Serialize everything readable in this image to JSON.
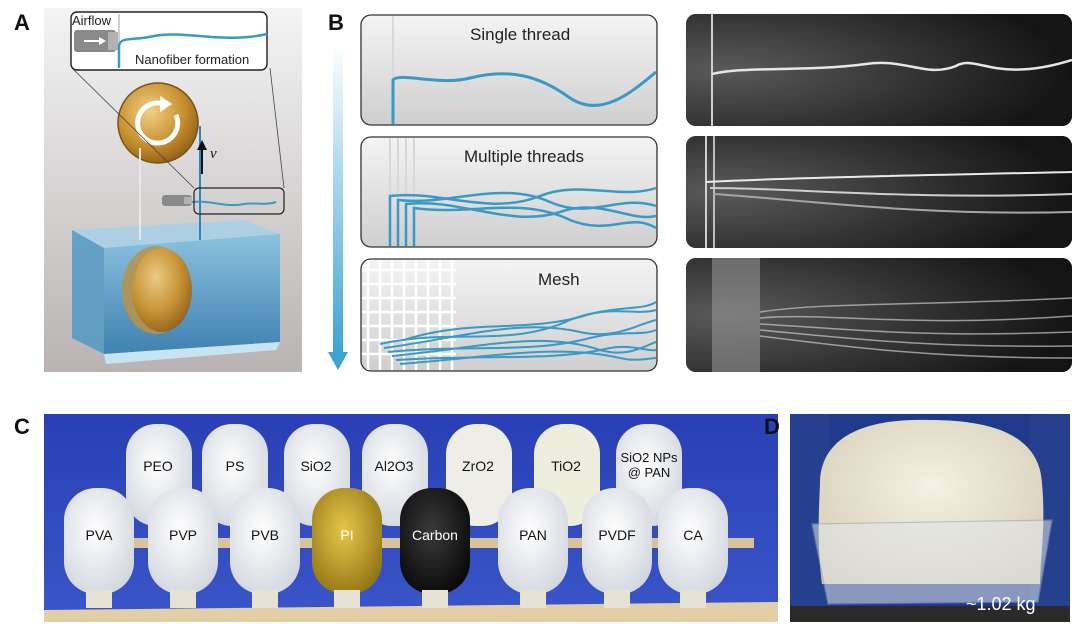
{
  "panels": {
    "A": {
      "letter": "A",
      "airflow_label": "Airflow",
      "formation_label": "Nanofiber formation",
      "velocity_label": "v"
    },
    "B": {
      "letter": "B",
      "rows": [
        {
          "title": "Single thread"
        },
        {
          "title": "Multiple threads"
        },
        {
          "title": "Mesh"
        }
      ]
    },
    "C": {
      "letter": "C",
      "back_row": [
        "PEO",
        "PS",
        "SiO2",
        "Al2O3",
        "ZrO2",
        "TiO2",
        "SiO2 NPs @ PAN"
      ],
      "front_row": [
        "PVA",
        "PVP",
        "PVB",
        "PI",
        "Carbon",
        "PAN",
        "PVDF",
        "CA"
      ]
    },
    "D": {
      "letter": "D",
      "mass_label": "~1.02 kg"
    }
  },
  "colors": {
    "fiber_blue": "#3a9ac4",
    "photo_dark": "#1c1c1c",
    "backdrop_blue": "#2c44b8",
    "arrow_blue": "#3ba3d2"
  }
}
